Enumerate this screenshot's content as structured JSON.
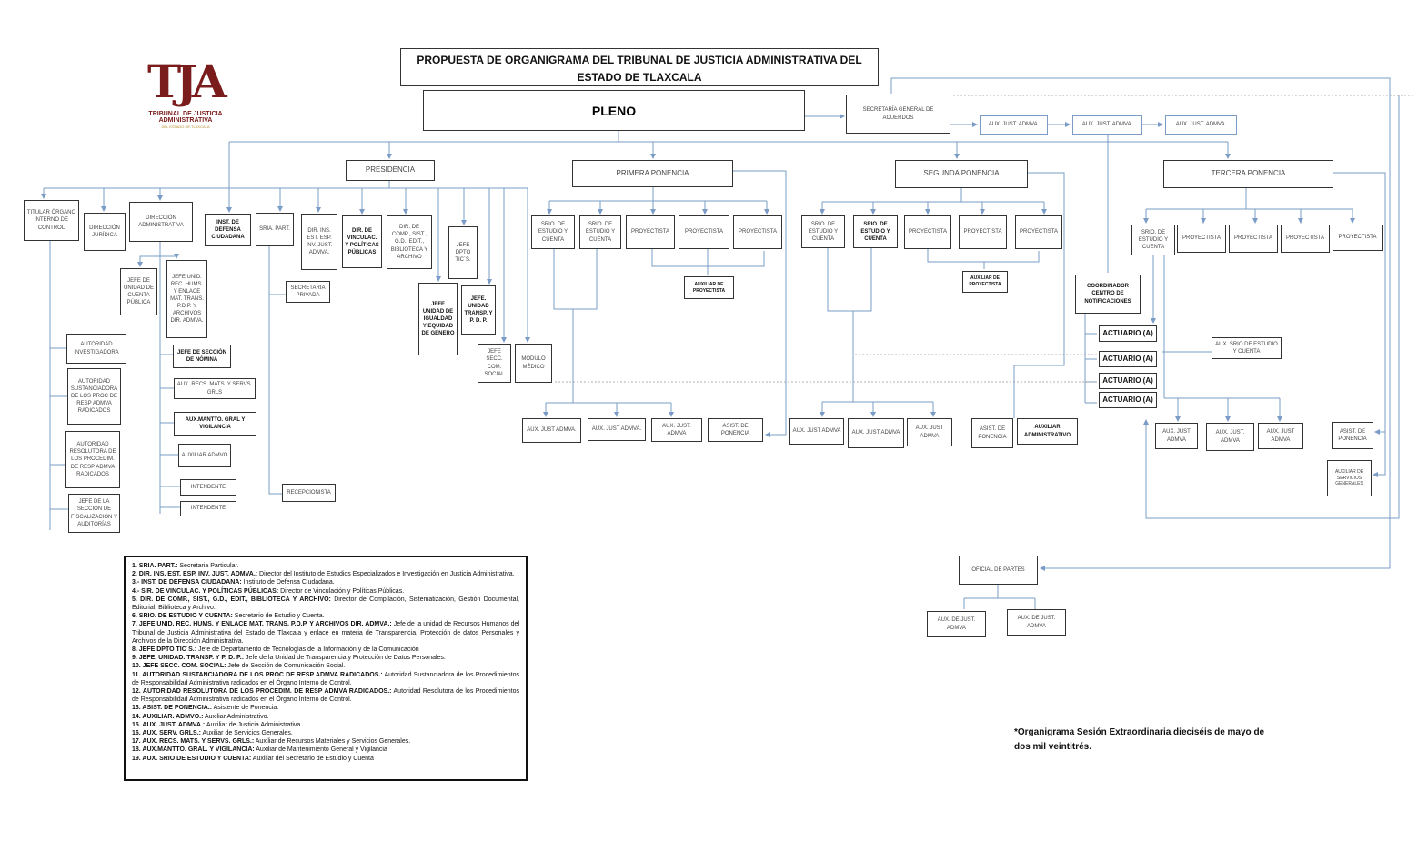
{
  "title": "PROPUESTA DE ORGANIGRAMA DEL TRIBUNAL DE JUSTICIA ADMINISTRATIVA DEL ESTADO DE TLAXCALA",
  "logo": {
    "monogram": "TJA",
    "name": "TRIBUNAL DE JUSTICIA ADMINISTRATIVA",
    "tagline": "DEL ESTADO DE TLAXCALA"
  },
  "boxes": {
    "pleno": "PLENO",
    "secretaria_general": "SECRETARÍA GENERAL DE ACUERDOS",
    "sg_aux_1": "AUX. JUST. ADMVA.",
    "sg_aux_2": "AUX. JUST. ADMVA.",
    "sg_aux_3": "AUX. JUST. ADMVA.",
    "presidencia": "PRESIDENCIA",
    "primera_ponencia": "PRIMERA PONENCIA",
    "segunda_ponencia": "SEGUNDA PONENCIA",
    "tercera_ponencia": "TERCERA PONENCIA",
    "titular_oic": "TITULAR ÓRGANO INTERNO DE CONTROL",
    "direccion_juridica": "DIRECCIÓN JURÍDICA",
    "direccion_administrativa": "DIRECCIÓN ADMINISTRATIVA",
    "inst_defensa": "INST. DE DEFENSA CIUDADANA",
    "sria_part": "SRIA. PART.",
    "dir_ins_est": "DIR. INS. EST. ESP. INV. JUST. ADMVA.",
    "dir_vinculac": "DIR. DE VINCULAC. Y POLÍTICAS PÚBLICAS",
    "dir_comp": "DIR. DE COMP., SIST., G.D., EDIT., BIBLIOTECA Y ARCHIVO",
    "jefe_dpto_tics": "JEFE DPTO TIC´S.",
    "jefe_igualdad": "JEFE UNIDAD DE IGUALDAD Y EQUIDAD DE GENERO",
    "jefe_transp": "JEFE. UNIDAD TRANSP. Y P. D. P.",
    "jefe_com_social": "JEFE SECC. COM. SOCIAL",
    "modulo_medico": "MÓDULO MÉDICO",
    "secretaria_privada": "SECRETARIA PRIVADA",
    "recepcionista": "RECEPCIONISTA",
    "jefe_cuenta_publica": "JEFE DE UNIDAD DE CUENTA PÚBLICA",
    "jefe_unid_rec_hums": "JEFE UNID. REC. HUMS. Y ENLACE MAT. TRANS. P.D.P. Y ARCHIVOS DIR. ADMVA.",
    "jefe_nomina": "JEFE DE SECCIÓN DE NÓMINA",
    "aux_recs_mats": "AUX. RECS. MATS. Y SERVS. GRLS",
    "aux_mantto": "AUX.MANTTO. GRAL Y VIGILANCIA",
    "auxiliar_admvo": "AUXILIAR ADMVO",
    "intendente_1": "INTENDENTE",
    "intendente_2": "INTENDENTE",
    "autoridad_investigadora": "AUTORIDAD INVESTIGADORA",
    "autoridad_sustanciadora": "AUTORIDAD SUSTANCIADORA DE LOS PROC DE RESP ADMVA RADICADOS",
    "autoridad_resolutora": "AUTORIDAD RESOLUTORA DE LOS PROCEDIM. DE RESP ADMVA RADICADOS",
    "jefe_fiscalizacion": "JEFE DE LA SECCION DE FISCALIZACIÓN Y AUDITORÍAS",
    "p1_srio_1": "SRIO. DE ESTUDIO Y CUENTA",
    "p1_srio_2": "SRIO. DE ESTUDIO Y CUENTA",
    "p1_proy_1": "PROYECTISTA",
    "p1_proy_2": "PROYECTISTA",
    "p1_proy_3": "PROYECTISTA",
    "p1_aux_proy": "AUXILIAR DE PROYECTISTA",
    "p1_aux_1": "AUX. JUST ADMVA.",
    "p1_aux_2": "AUX. JUST ADMVA.",
    "p1_aux_3": "AUX. JUST. ADMVA",
    "p1_asist": "ASIST. DE PONENCIA",
    "p2_srio_1": "SRIO. DE ESTUDIO Y CUENTA",
    "p2_srio_2": "SRIO. DE ESTUDIO Y CUENTA",
    "p2_proy_1": "PROYECTISTA",
    "p2_proy_2": "PROYECTISTA",
    "p2_proy_3": "PROYECTISTA",
    "p2_aux_proy": "AUXILIAR DE PROYECTISTA",
    "p2_aux_1": "AUX. JUST ADMVA",
    "p2_aux_2": "AUX. JUST ADMVA",
    "p2_aux_3": "AUX. JUST ADMVA",
    "p2_asist": "ASIST. DE PONENCIA",
    "p2_auxiliar_admvo": "AUXILIAR ADMINISTRATIVO",
    "coordinador": "COORDINADOR CENTRO DE NOTIFICACIONES",
    "actuario_1": "ACTUARIO (A)",
    "actuario_2": "ACTUARIO (A)",
    "actuario_3": "ACTUARIO (A)",
    "actuario_4": "ACTUARIO (A)",
    "p3_srio": "SRIO. DE ESTUDIO Y CUENTA",
    "p3_proy_1": "PROYECTISTA",
    "p3_proy_2": "PROYECTISTA",
    "p3_proy_3": "PROYECTISTA",
    "p3_proy_4": "PROYECTISTA",
    "p3_aux_srio": "AUX. SRIO DE ESTUDIO Y CUENTA",
    "p3_aux_1": "AUX. JUST ADMVA",
    "p3_aux_2": "AUX. JUST. ADMVA",
    "p3_aux_3": "AUX. JUST ADMVA",
    "p3_asist": "ASIST. DE PONENCIA",
    "aux_serv_grales": "AUXILIAR DE SERVICIOS GENERALES",
    "oficial_partes": "OFICIAL DE PARTES",
    "op_aux_1": "AUX. DE JUST. ADMVA",
    "op_aux_2": "AUX. DE JUST. ADMVA"
  },
  "legend": [
    {
      "term": "1. SRIA. PART.:",
      "def": " Secretaria Particular."
    },
    {
      "term": "2. DIR. INS. EST. ESP. INV. JUST. ADMVA.:",
      "def": " Director del Instituto de Estudios Especializados e Investigación en Justicia Administrativa."
    },
    {
      "term": "3.- INST. DE DEFENSA CIUDADANA:",
      "def": " Instituto de Defensa Ciudadana."
    },
    {
      "term": "4.- SIR. DE VINCULAC. Y POLÍTICAS PÚBLICAS:",
      "def": " Director de Vinculación y Políticas Públicas."
    },
    {
      "term": "5. DIR. DE COMP., SIST., G.D., EDIT., BIBLIOTECA Y ARCHIVO:",
      "def": " Director de Compilación, Sistematización, Gestión Documental, Editorial, Biblioteca y Archivo."
    },
    {
      "term": "6. SRIO. DE ESTUDIO Y CUENTA:",
      "def": " Secretario de Estudio y Cuenta."
    },
    {
      "term": "7. JEFE UNID. REC. HUMS. Y ENLACE MAT. TRANS. P.D.P. Y ARCHIVOS DIR. ADMVA.:",
      "def": " Jefe de la unidad de Recursos Humanos del Tribunal de Justicia Administrativa del Estado de Tlaxcala y enlace en materia de Transparencia, Protección de datos Personales y Archivos de la Dirección Administrativa."
    },
    {
      "term": "8. JEFE DPTO TIC´S.:",
      "def": " Jefe de Departamento de Tecnologías de la Información y de la Comunicación"
    },
    {
      "term": "9. JEFE. UNIDAD. TRANSP. Y P. D. P.:",
      "def": " Jefe de la Unidad de Transparencia y Protección de Datos Personales."
    },
    {
      "term": "10. JEFE SECC. COM. SOCIAL:",
      "def": " Jefe de Sección de Comunicación Social."
    },
    {
      "term": "11. AUTORIDAD SUSTANCIADORA DE LOS PROC DE RESP ADMVA RADICADOS.:",
      "def": " Autoridad Sustanciadora de los Procedimientos de Responsabilidad Administrativa radicados en el Órgano Interno de Control."
    },
    {
      "term": "12. AUTORIDAD RESOLUTORA DE LOS PROCEDIM. DE RESP ADMVA RADICADOS.:",
      "def": " Autoridad Resolutora de los Procedimientos de Responsabilidad Administrativa radicados en el Órgano Interno de Control."
    },
    {
      "term": "13. ASIST. DE PONENCIA.:",
      "def": " Asistente de Ponencia."
    },
    {
      "term": "14. AUXILIAR. ADMVO.:",
      "def": " Auxiliar Administrativo."
    },
    {
      "term": "15. AUX. JUST. ADMVA.:",
      "def": " Auxiliar de Justicia Administrativa."
    },
    {
      "term": "16. AUX. SERV. GRLS.:",
      "def": " Auxiliar de Servicios Generales."
    },
    {
      "term": "17. AUX. RECS. MATS. Y SERVS. GRLS.:",
      "def": " Auxiliar de Recursos Materiales y Servicios Generales."
    },
    {
      "term": "18. AUX.MANTTO. GRAL. Y VIGILANCIA:",
      "def": " Auxiliar de Mantenimiento General y Vigilancia"
    },
    {
      "term": "19. AUX. SRIO DE ESTUDIO Y CUENTA:",
      "def": " Auxiliar del Secretario de Estudio y Cuenta"
    }
  ],
  "note": "*Organigrama Sesión Extraordinaria dieciséis de mayo de dos mil veintitrés.",
  "colors": {
    "line": "#7a9cc6",
    "border": "#333333",
    "logo_red": "#7a1c1c",
    "logo_gold": "#b48a2c"
  }
}
